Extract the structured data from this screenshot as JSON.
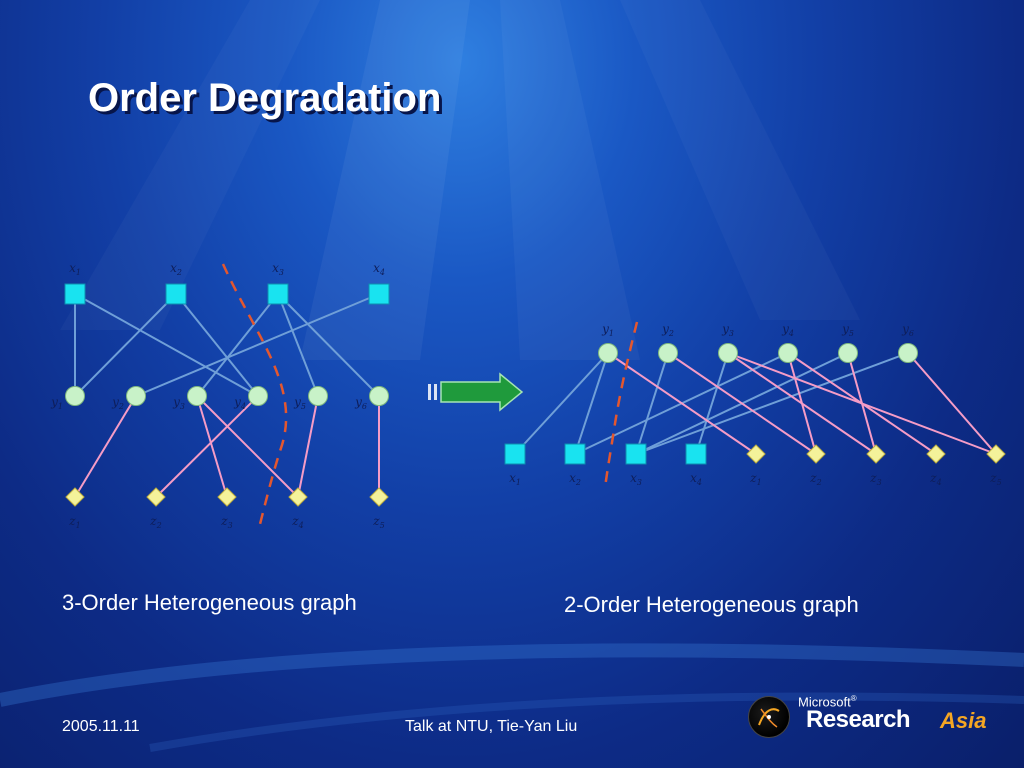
{
  "slide": {
    "title": "Order Degradation",
    "footer_date": "2005.11.11",
    "footer_talk": "Talk at NTU, Tie-Yan Liu"
  },
  "logo": {
    "microsoft": "Microsoft",
    "registered": "®",
    "research": "Research",
    "asia": "Asia"
  },
  "graph3": {
    "caption": "3-Order Heterogeneous graph",
    "x_nodes": [
      {
        "id": "x1",
        "sub": "1"
      },
      {
        "id": "x2",
        "sub": "2"
      },
      {
        "id": "x3",
        "sub": "3"
      },
      {
        "id": "x4",
        "sub": "4"
      }
    ],
    "y_nodes": [
      {
        "id": "y1",
        "sub": "1"
      },
      {
        "id": "y2",
        "sub": "2"
      },
      {
        "id": "y3",
        "sub": "3"
      },
      {
        "id": "y4",
        "sub": "4"
      },
      {
        "id": "y5",
        "sub": "5"
      },
      {
        "id": "y6",
        "sub": "6"
      }
    ],
    "z_nodes": [
      {
        "id": "z1",
        "sub": "1"
      },
      {
        "id": "z2",
        "sub": "2"
      },
      {
        "id": "z3",
        "sub": "3"
      },
      {
        "id": "z4",
        "sub": "4"
      },
      {
        "id": "z5",
        "sub": "5"
      }
    ],
    "xy_edges": [
      [
        "x1",
        "y1"
      ],
      [
        "x1",
        "y4"
      ],
      [
        "x2",
        "y1"
      ],
      [
        "x2",
        "y4"
      ],
      [
        "x3",
        "y3"
      ],
      [
        "x3",
        "y5"
      ],
      [
        "x3",
        "y6"
      ],
      [
        "x4",
        "y2"
      ]
    ],
    "yz_edges": [
      [
        "y2",
        "z1"
      ],
      [
        "y3",
        "z3"
      ],
      [
        "y3",
        "z4"
      ],
      [
        "y4",
        "z2"
      ],
      [
        "y5",
        "z4"
      ],
      [
        "y6",
        "z5"
      ]
    ]
  },
  "graph2": {
    "caption": "2-Order Heterogeneous graph",
    "y_nodes": [
      {
        "id": "y1",
        "sub": "1"
      },
      {
        "id": "y2",
        "sub": "2"
      },
      {
        "id": "y3",
        "sub": "3"
      },
      {
        "id": "y4",
        "sub": "4"
      },
      {
        "id": "y5",
        "sub": "5"
      },
      {
        "id": "y6",
        "sub": "6"
      }
    ],
    "bottom_nodes": [
      {
        "id": "x1",
        "letter": "x",
        "sub": "1",
        "shape": "square"
      },
      {
        "id": "x2",
        "letter": "x",
        "sub": "2",
        "shape": "square"
      },
      {
        "id": "x3",
        "letter": "x",
        "sub": "3",
        "shape": "square"
      },
      {
        "id": "x4",
        "letter": "x",
        "sub": "4",
        "shape": "square"
      },
      {
        "id": "z1",
        "letter": "z",
        "sub": "1",
        "shape": "diamond"
      },
      {
        "id": "z2",
        "letter": "z",
        "sub": "2",
        "shape": "diamond"
      },
      {
        "id": "z3",
        "letter": "z",
        "sub": "3",
        "shape": "diamond"
      },
      {
        "id": "z4",
        "letter": "z",
        "sub": "4",
        "shape": "diamond"
      },
      {
        "id": "z5",
        "letter": "z",
        "sub": "5",
        "shape": "diamond"
      }
    ],
    "xy_edges": [
      [
        "y1",
        "x1"
      ],
      [
        "y1",
        "x2"
      ],
      [
        "y2",
        "x3"
      ],
      [
        "y3",
        "x4"
      ],
      [
        "y4",
        "x2"
      ],
      [
        "y5",
        "x3"
      ],
      [
        "y6",
        "x3"
      ]
    ],
    "yz_edges": [
      [
        "y1",
        "z1"
      ],
      [
        "y2",
        "z2"
      ],
      [
        "y3",
        "z3"
      ],
      [
        "y3",
        "z5"
      ],
      [
        "y4",
        "z2"
      ],
      [
        "y4",
        "z4"
      ],
      [
        "y5",
        "z3"
      ],
      [
        "y6",
        "z5"
      ]
    ]
  },
  "colors": {
    "x_node": "#19e3f0",
    "y_node": "#c8f2c8",
    "z_node": "#f4f29a",
    "xy_edge": "#6f9fd8",
    "yz_edge": "#f59cc6",
    "cut_line": "#e4572e",
    "arrow": "#1f9a3c"
  }
}
